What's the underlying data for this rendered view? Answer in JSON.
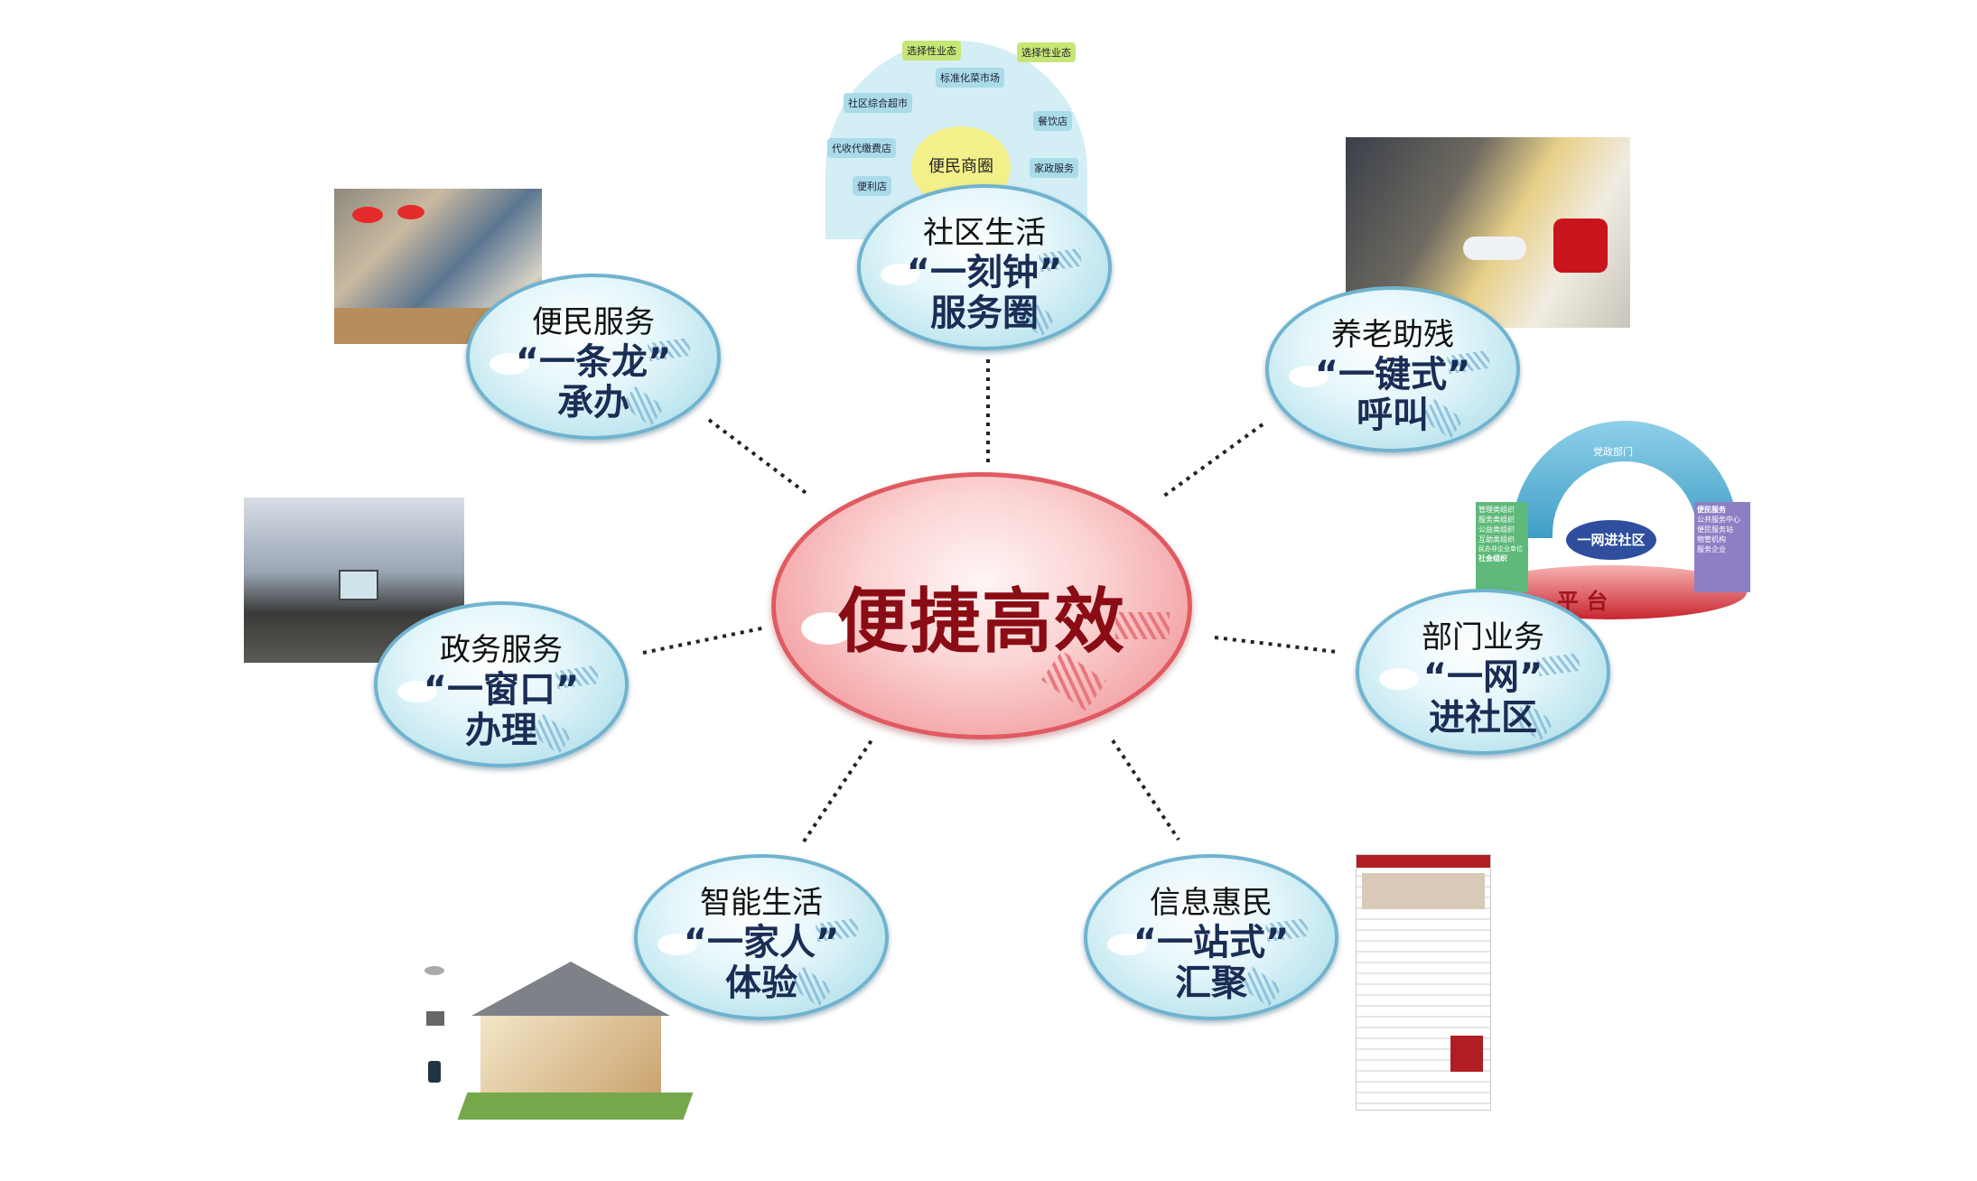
{
  "center": {
    "title": "便捷高效"
  },
  "nodes": [
    {
      "title": "社区生活",
      "line1": "“一刻钟”",
      "line2": "服务圈"
    },
    {
      "title": "便民服务",
      "line1": "“一条龙”",
      "line2": "承办"
    },
    {
      "title": "养老助残",
      "line1": "“一键式”",
      "line2": "呼叫"
    },
    {
      "title": "政务服务",
      "line1": "“一窗口”",
      "line2": "办理"
    },
    {
      "title": "部门业务",
      "line1": "“一网”",
      "line2": "进社区"
    },
    {
      "title": "智能生活",
      "line1": "“一家人”",
      "line2": "体验"
    },
    {
      "title": "信息惠民",
      "line1": "“一站式”",
      "line2": "汇聚"
    }
  ],
  "wheel": {
    "hub": "便民商圈",
    "segments": [
      "选择性业态",
      "标准化菜市场",
      "选择性业态",
      "社区综合超市",
      "餐饮店",
      "代收代缴费店",
      "家政服务",
      "便利店"
    ]
  },
  "platform": {
    "arch": "党政部门",
    "center": "一网进社区",
    "base": "平 台",
    "left_title": "社会组织",
    "left_items": [
      "管理类组织",
      "服务类组织",
      "公益类组织",
      "互助类组织",
      "民办非企业单位"
    ],
    "right_title": "便民服务",
    "right_items": [
      "公共服务中心",
      "便民服务站",
      "物管机构",
      "服务企业"
    ]
  },
  "colors": {
    "bubble": "#b7e2ec",
    "bubble_border": "#6fb3cf",
    "center": "#f2a0a2",
    "center_text": "#8a0c14",
    "node_text": "#1a2d55"
  }
}
